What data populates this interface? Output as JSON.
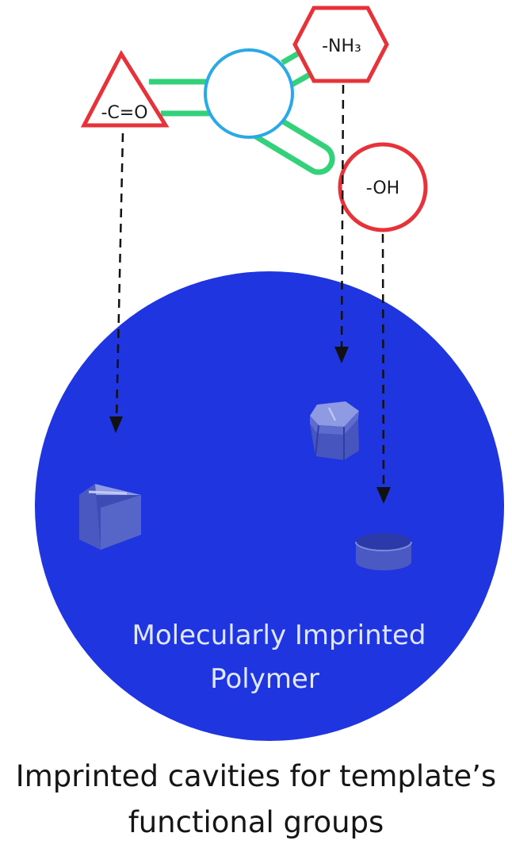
{
  "functional_groups": {
    "carbonyl": "-C=O",
    "amine": "-NH₃",
    "hydroxyl": "-OH"
  },
  "polymer": {
    "label_line1": "Molecularly Imprinted",
    "label_line2": "Polymer"
  },
  "caption": {
    "line1": "Imprinted cavities for template’s",
    "line2": "functional groups"
  },
  "colors": {
    "polymer_sphere": "#1f35e0",
    "template_core": "#29a9e6",
    "linker": "#33d27a",
    "group_outline": "#e7323a",
    "cavity": "#5565c8"
  }
}
